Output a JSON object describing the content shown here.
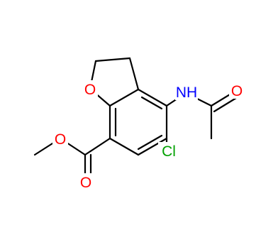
{
  "molecule": {
    "atom_labels": {
      "ring_oxygen": "O",
      "amide_nitrogen": "NH",
      "amide_oxygen": "O",
      "chlorine": "Cl",
      "ester_oxygen": "O",
      "carbonyl_oxygen": "O"
    },
    "colors": {
      "O": "#ff0000",
      "N": "#0000ff",
      "Cl": "#00a000",
      "bond": "#000000",
      "background": "#ffffff"
    }
  }
}
